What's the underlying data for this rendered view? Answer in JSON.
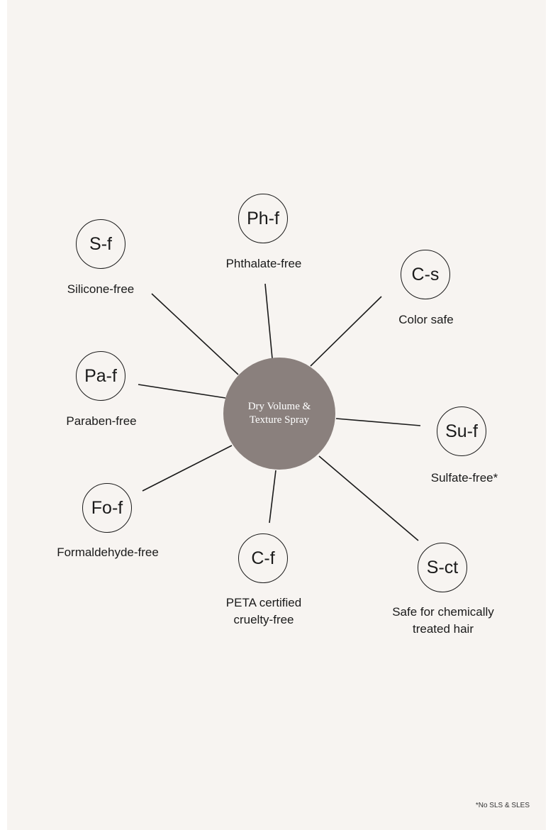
{
  "center": {
    "label": "Dry Volume &\nTexture Spray",
    "color": "#8a807d"
  },
  "features": [
    {
      "id": "silicone",
      "abbr": "S-f",
      "label": "Silicone-free"
    },
    {
      "id": "phthalate",
      "abbr": "Ph-f",
      "label": "Phthalate-free"
    },
    {
      "id": "color",
      "abbr": "C-s",
      "label": "Color safe"
    },
    {
      "id": "paraben",
      "abbr": "Pa-f",
      "label": "Paraben-free"
    },
    {
      "id": "sulfate",
      "abbr": "Su-f",
      "label": "Sulfate-free*"
    },
    {
      "id": "formaldehyde",
      "abbr": "Fo-f",
      "label": "Formaldehyde-free"
    },
    {
      "id": "cruelty",
      "abbr": "C-f",
      "label": "PETA certified\ncruelty-free"
    },
    {
      "id": "chemically-treated",
      "abbr": "S-ct",
      "label": "Safe for chemically\ntreated hair"
    }
  ],
  "footnote": "*No SLS & SLES"
}
